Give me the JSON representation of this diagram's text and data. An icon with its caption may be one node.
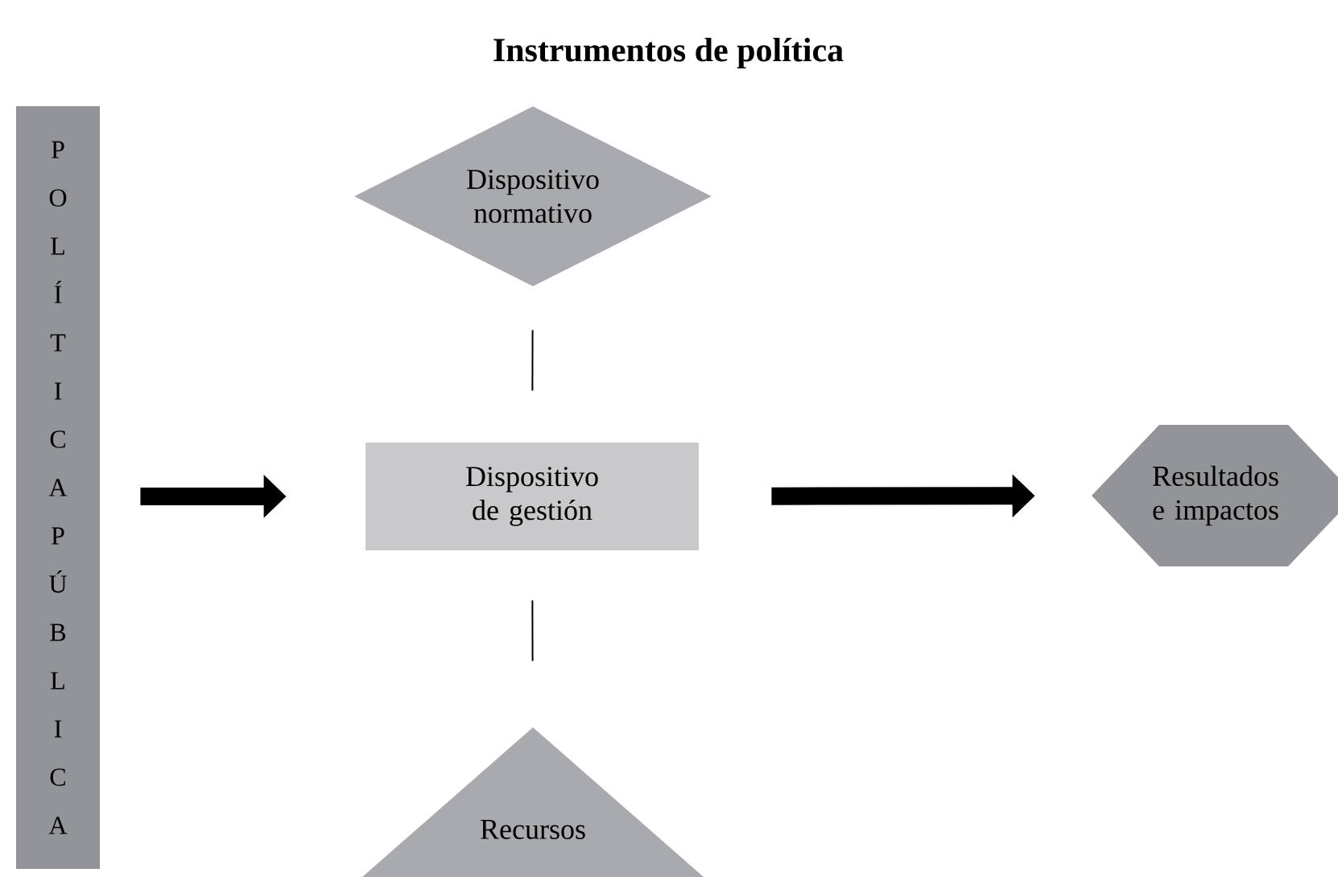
{
  "diagram": {
    "title": "Instrumentos de política",
    "nodes": [
      {
        "text": [
          "POLÍTICA PÚBLICA"
        ]
      },
      {
        "text": [
          "Dispositivo normativo"
        ]
      },
      {
        "text": [
          "Dispositivo de gestión"
        ]
      },
      {
        "text": [
          "Recursos"
        ]
      },
      {
        "text": [
          "Resultados e impactos"
        ]
      }
    ],
    "edges": [
      {
        "from": 0,
        "to": 2,
        "arrow": "to",
        "style": "thick"
      },
      {
        "from": 1,
        "to": 2,
        "arrow": "none"
      },
      {
        "from": 2,
        "to": 3,
        "arrow": "none"
      },
      {
        "from": 2,
        "to": 4,
        "arrow": "to",
        "style": "thick"
      }
    ]
  }
}
